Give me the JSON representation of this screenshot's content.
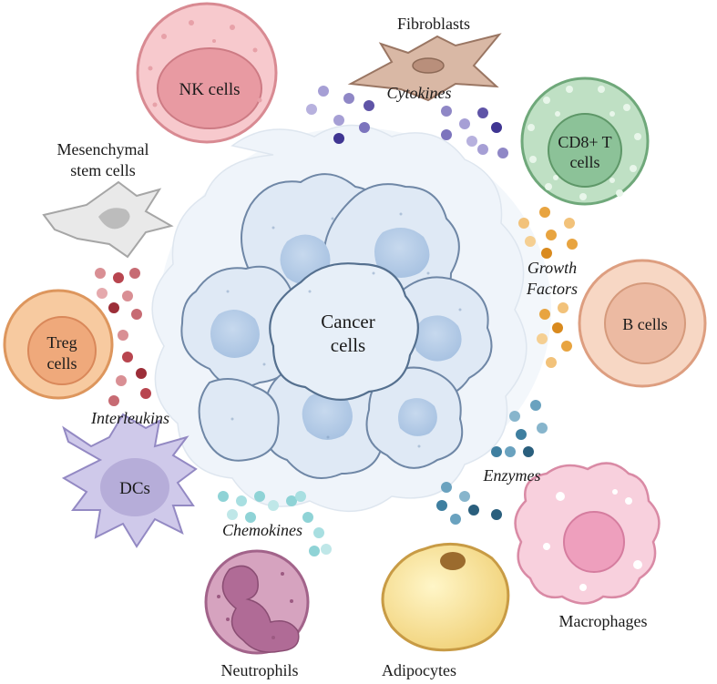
{
  "center": {
    "line1": "Cancer",
    "line2": "cells"
  },
  "cells": {
    "nk": "NK cells",
    "fibroblasts": "Fibroblasts",
    "cd8_line1": "CD8+ T",
    "cd8_line2": "cells",
    "msc_line1": "Mesenchymal",
    "msc_line2": "stem cells",
    "b": "B cells",
    "treg_line1": "Treg",
    "treg_line2": "cells",
    "dcs": "DCs",
    "macrophages": "Macrophages",
    "neutrophils": "Neutrophils",
    "adipocytes": "Adipocytes"
  },
  "factors": {
    "cytokines": "Cytokines",
    "growth_line1": "Growth",
    "growth_line2": "Factors",
    "interleukins": "Interleukins",
    "enzymes": "Enzymes",
    "chemokines": "Chemokines"
  },
  "colors": {
    "cancer_fill": "#dbe7f3",
    "cancer_stroke": "#5b7696",
    "cytokine_purple": "#8f87c6",
    "growth_orange": "#e8a440",
    "interleukin_red": "#b8454f",
    "enzyme_teal": "#3f7fa0",
    "chemokine_cyan": "#8fd3d6"
  }
}
